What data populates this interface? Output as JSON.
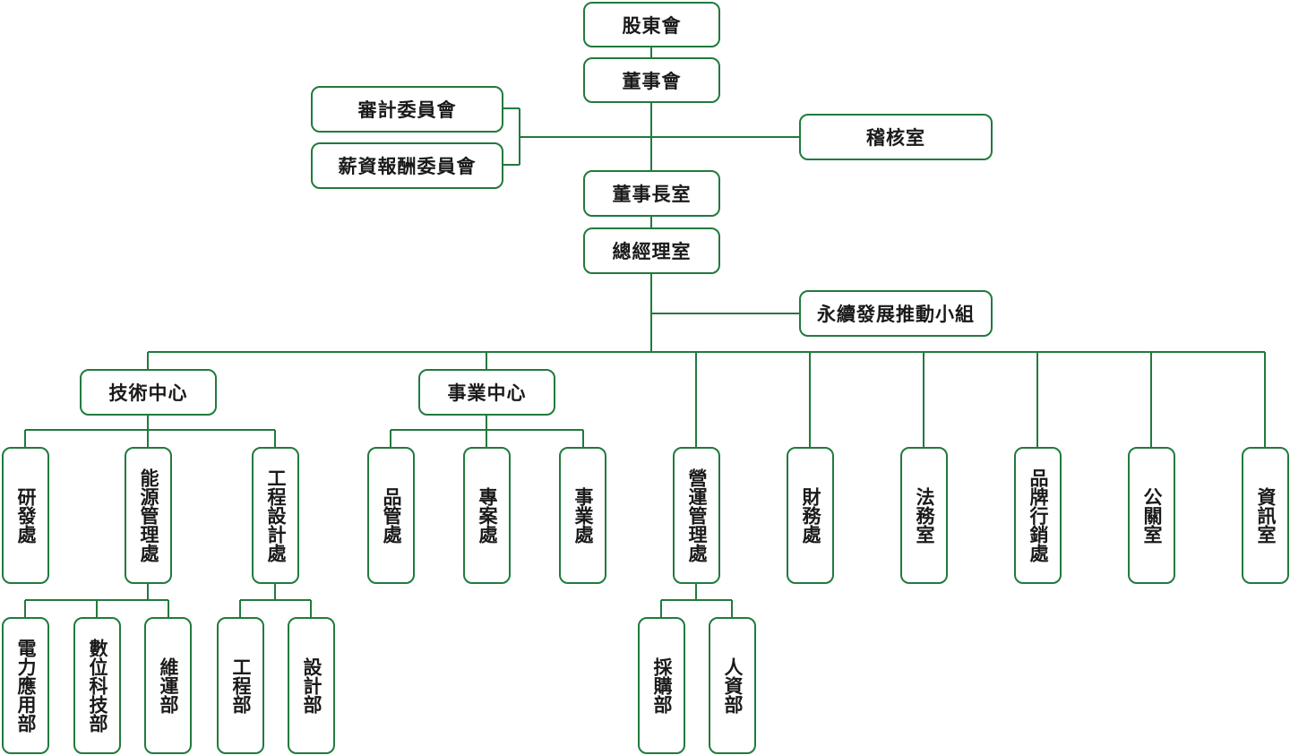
{
  "top": {
    "shareholders": "股東會",
    "board": "董事會",
    "audit_committee": "審計委員會",
    "remuneration_committee": "薪資報酬委員會",
    "internal_audit": "稽核室",
    "chairman_office": "董事長室",
    "president_office": "總經理室",
    "sustainability_group": "永續發展推動小組"
  },
  "centers": {
    "tech": "技術中心",
    "business": "事業中心"
  },
  "tech_units": {
    "rnd": "研發處",
    "energy": "能源管理處",
    "engineering_design": "工程設計處"
  },
  "energy_depts": {
    "power_app": "電力應用部",
    "digital_tech": "數位科技部",
    "maintenance": "維運部"
  },
  "eng_depts": {
    "engineering": "工程部",
    "design": "設計部"
  },
  "business_units": {
    "quality": "品管處",
    "project": "專案處",
    "business": "事業處"
  },
  "divisions": {
    "operations": "營運管理處",
    "finance": "財務處",
    "legal": "法務室",
    "branding": "品牌行銷處",
    "pr": "公關室",
    "it": "資訊室"
  },
  "ops_depts": {
    "procurement": "採購部",
    "hr": "人資部"
  },
  "colors": {
    "border": "#217a3d",
    "line": "#217a3d",
    "text": "#1a1a1a"
  }
}
